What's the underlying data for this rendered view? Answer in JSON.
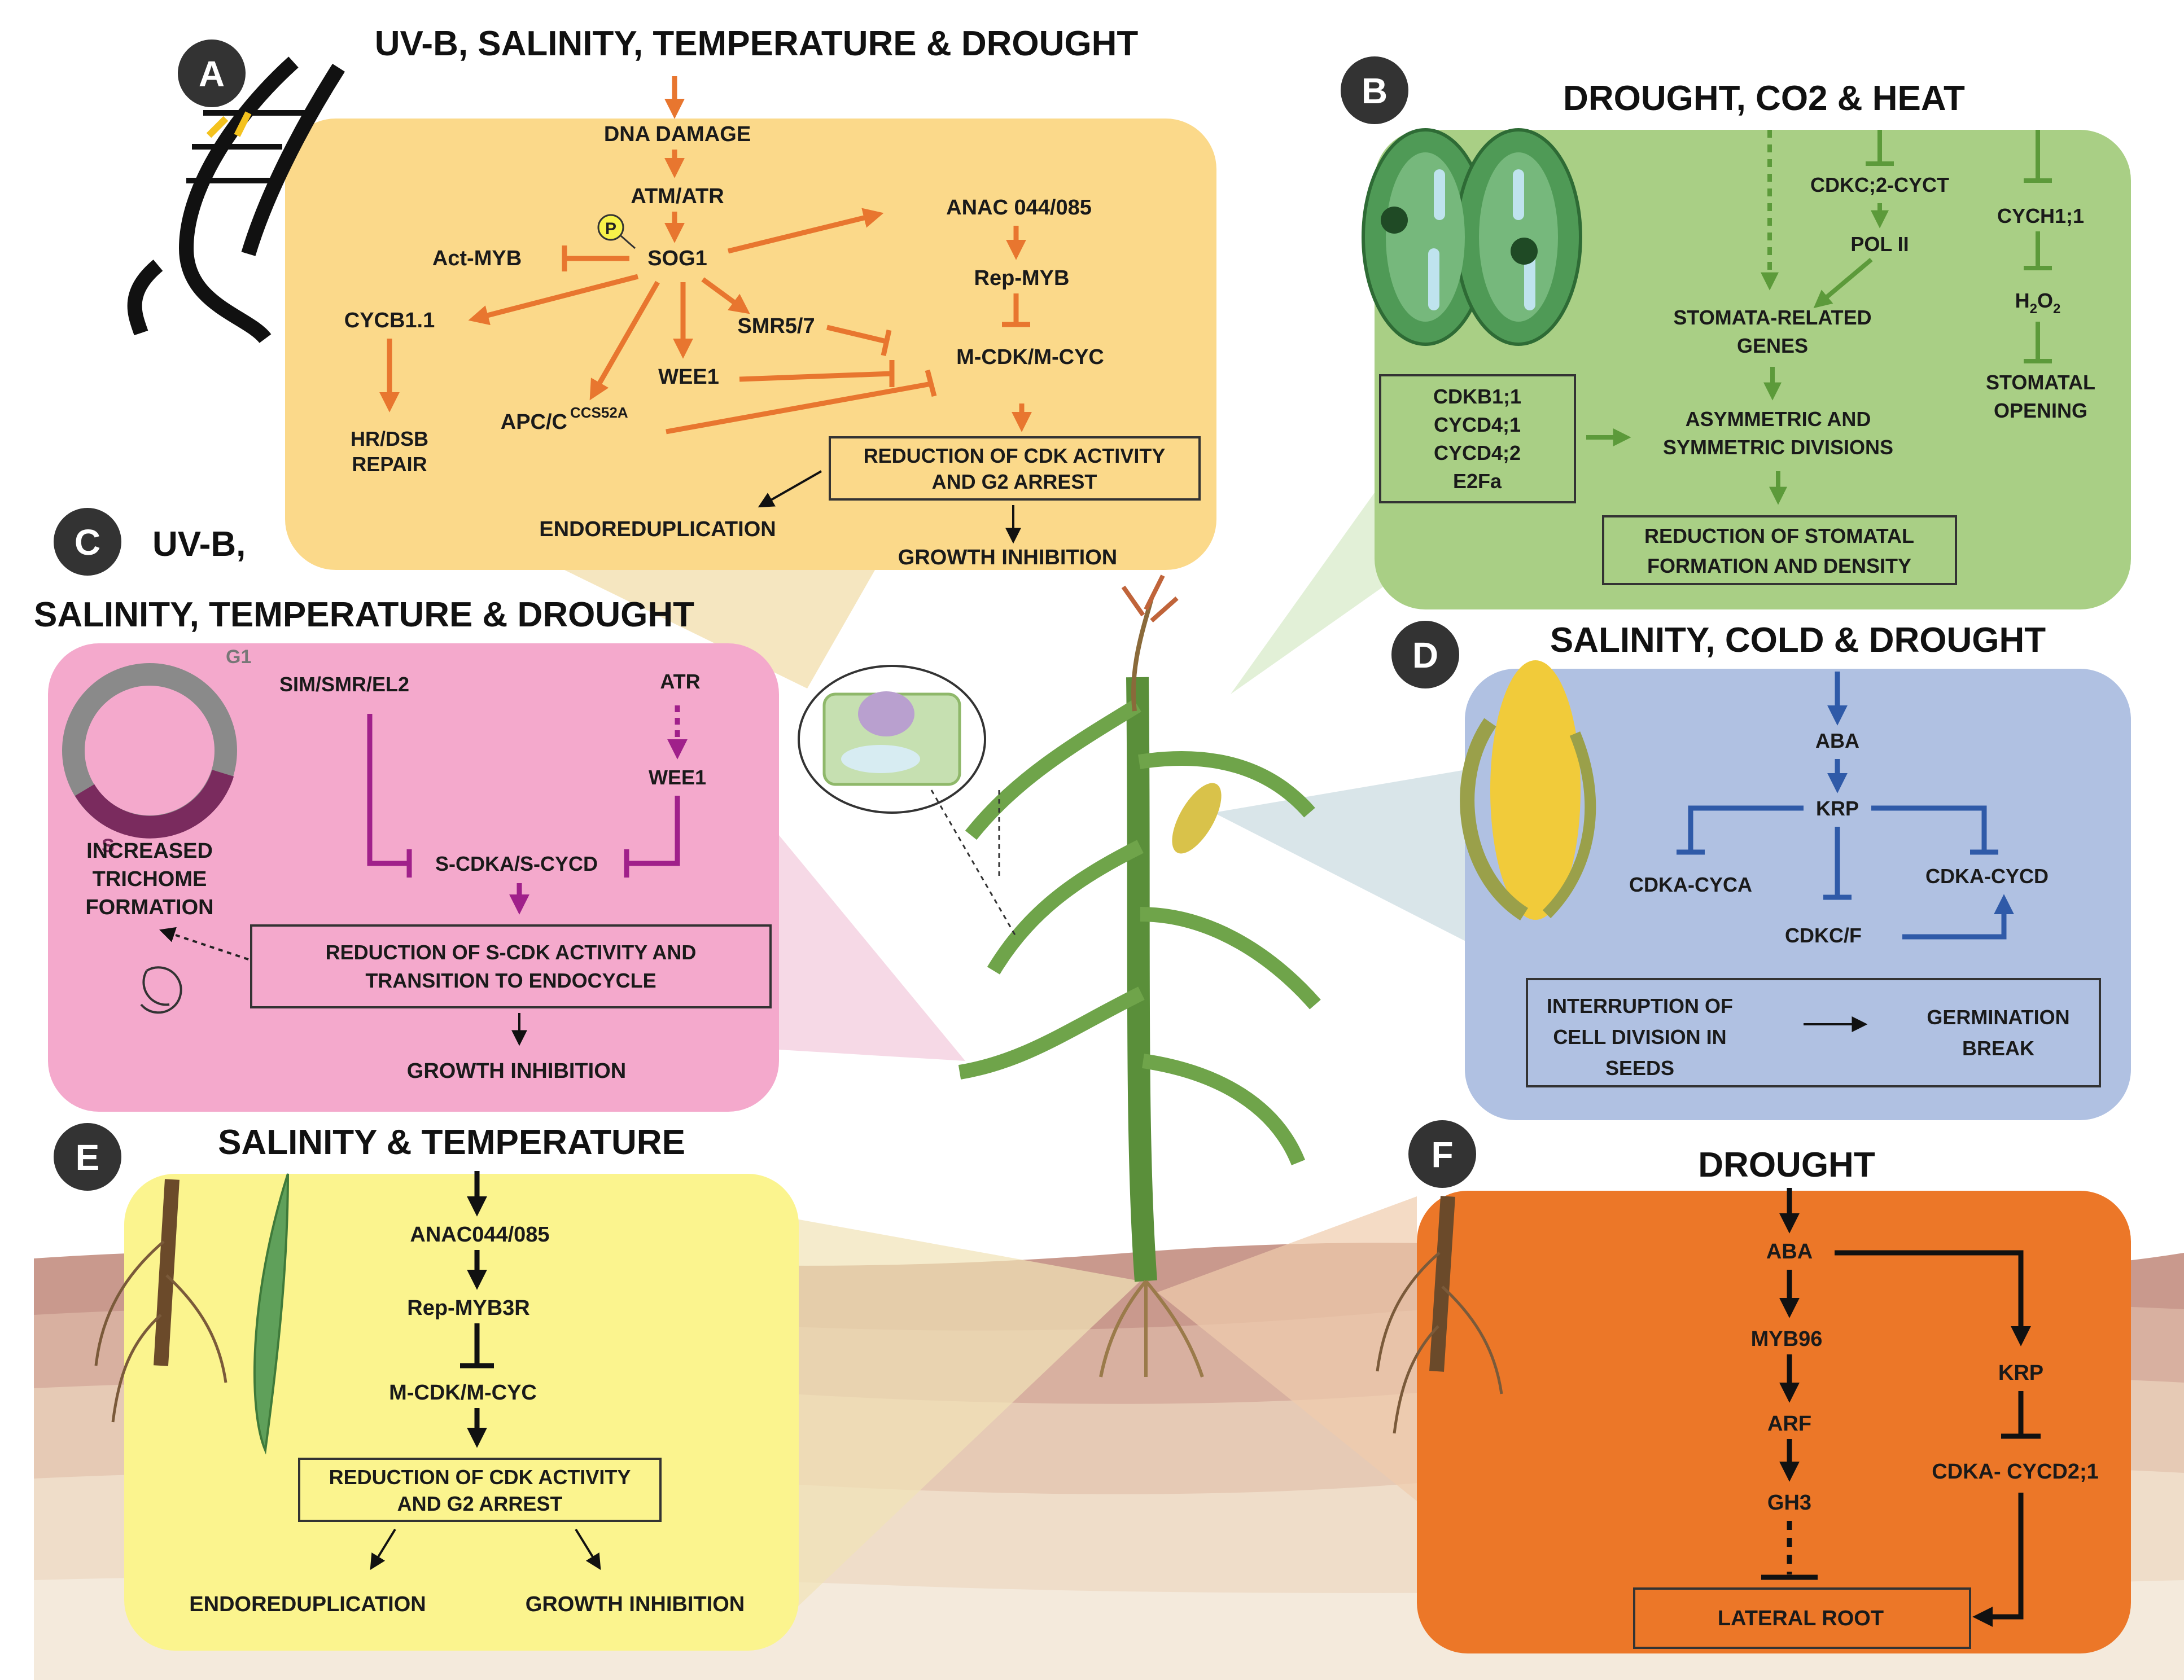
{
  "panelA": {
    "letter": "A",
    "title": "UV-B, SALINITY, TEMPERATURE & DROUGHT",
    "dna_damage": "DNA DAMAGE",
    "atm_atr": "ATM/ATR",
    "p": "P",
    "sog1": "SOG1",
    "act_myb": "Act-MYB",
    "anac": "ANAC 044/085",
    "rep_myb": "Rep-MYB",
    "cycb": "CYCB1.1",
    "smr": "SMR5/7",
    "wee1": "WEE1",
    "mcdk": "M-CDK/M-CYC",
    "hr1": "HR/DSB",
    "hr2": "REPAIR",
    "apc": "APC/C",
    "apc_sup": "CCS52A",
    "box1": "REDUCTION OF CDK ACTIVITY",
    "box2": "AND G2 ARREST",
    "endo": "ENDOREDUPLICATION",
    "growth": "GROWTH INHIBITION"
  },
  "panelB": {
    "letter": "B",
    "title": "DROUGHT, CO2 & HEAT",
    "cdkc": "CDKC;2-CYCT",
    "pol": "POL II",
    "cych": "CYCH1;1",
    "h2o2": "H2O2",
    "h2o2_main": "H",
    "h2o2_sub1": "2",
    "h2o2_mid": "O",
    "h2o2_sub2": "2",
    "stom1": "STOMATA-RELATED",
    "stom2": "GENES",
    "open1": "STOMATAL",
    "open2": "OPENING",
    "list": [
      "CDKB1;1",
      "CYCD4;1",
      "CYCD4;2",
      "E2Fa"
    ],
    "asym1": "ASYMMETRIC AND",
    "asym2": "SYMMETRIC DIVISIONS",
    "red1": "REDUCTION OF STOMATAL",
    "red2": "FORMATION AND DENSITY"
  },
  "panelC": {
    "letter": "C",
    "title1": "UV-B,",
    "title2": "SALINITY, TEMPERATURE & DROUGHT",
    "g1": "G1",
    "s": "S",
    "sim": "SIM/SMR/EL2",
    "atr": "ATR",
    "wee1": "WEE1",
    "scdk": "S-CDKA/S-CYCD",
    "tri1": "INCREASED",
    "tri2": "TRICHOME",
    "tri3": "FORMATION",
    "box1": "REDUCTION OF  S-CDK ACTIVITY AND",
    "box2": "TRANSITION TO ENDOCYCLE",
    "growth": "GROWTH INHIBITION"
  },
  "panelD": {
    "letter": "D",
    "title": "SALINITY, COLD & DROUGHT",
    "aba": "ABA",
    "krp": "KRP",
    "cyca": "CDKA-CYCA",
    "cycd": "CDKA-CYCD",
    "cdkcf": "CDKC/F",
    "int1": "INTERRUPTION OF",
    "int2": "CELL DIVISION IN",
    "int3": "SEEDS",
    "germ1": "GERMINATION",
    "germ2": "BREAK"
  },
  "panelE": {
    "letter": "E",
    "title": "SALINITY & TEMPERATURE",
    "anac": "ANAC044/085",
    "rep": "Rep-MYB3R",
    "mcdk": "M-CDK/M-CYC",
    "box1": "REDUCTION OF CDK ACTIVITY",
    "box2": "AND G2 ARREST",
    "endo": "ENDOREDUPLICATION",
    "growth": "GROWTH INHIBITION"
  },
  "panelF": {
    "letter": "F",
    "title": "DROUGHT",
    "aba": "ABA",
    "myb": "MYB96",
    "arf": "ARF",
    "gh3": "GH3",
    "krp": "KRP",
    "cdka": "CDKA- CYCD2;1",
    "lateral": "LATERAL ROOT"
  },
  "colors": {
    "panelA_fill": "#fbd98a",
    "panelB_fill": "#a9cf85",
    "panelC_fill": "#f4a9cc",
    "panelD_fill": "#b0c1e2",
    "panelE_fill": "#fbf48e",
    "panelF_fill": "#ec7728",
    "orange_arrow": "#e8762f",
    "green_arrow": "#5c9a3a",
    "blue_arrow": "#2f5aa8",
    "magenta_arrow": "#a0208a"
  }
}
